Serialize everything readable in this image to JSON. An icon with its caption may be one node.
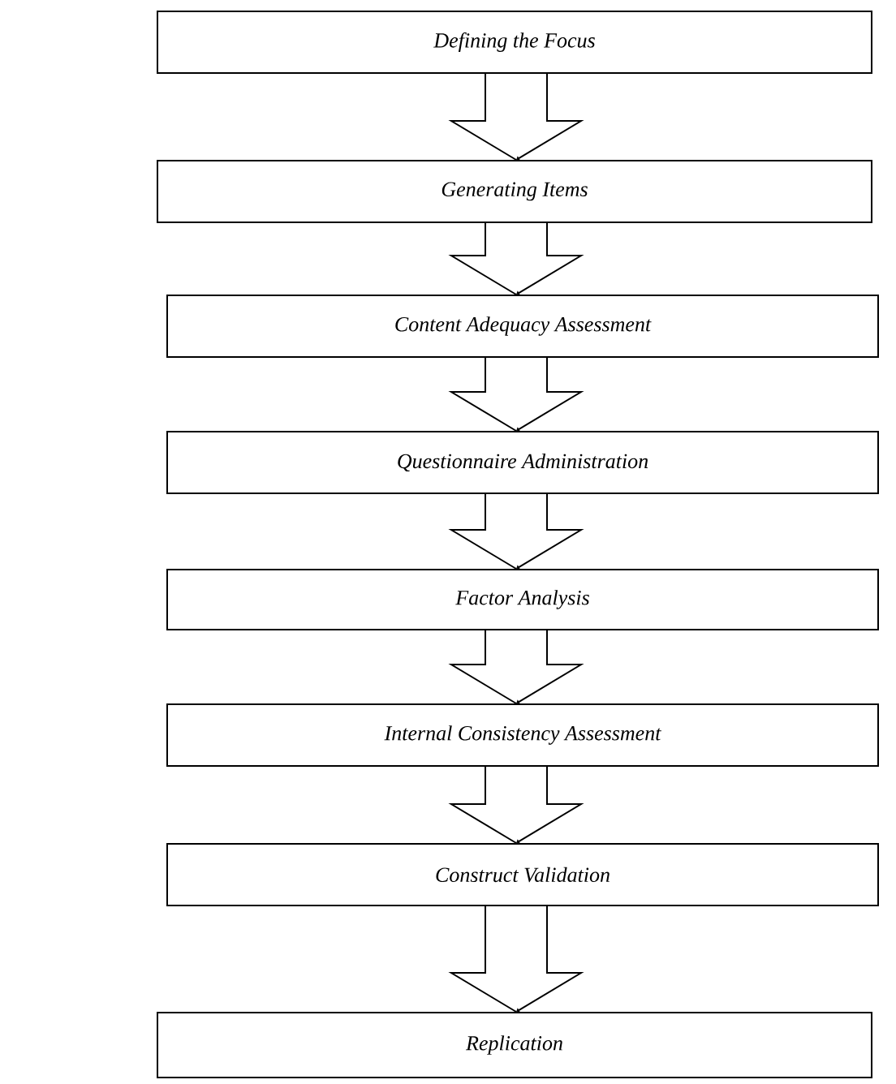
{
  "diagram": {
    "nodes": [
      {
        "text": [
          "Defining the Focus"
        ]
      },
      {
        "text": [
          "Generating Items"
        ]
      },
      {
        "text": [
          "Content Adequacy Assessment"
        ]
      },
      {
        "text": [
          "Questionnaire Administration"
        ]
      },
      {
        "text": [
          "Factor Analysis"
        ]
      },
      {
        "text": [
          "Internal Consistency Assessment"
        ]
      },
      {
        "text": [
          "Construct Validation"
        ]
      },
      {
        "text": [
          "Replication"
        ]
      }
    ],
    "edges": [
      {
        "from": 0,
        "to": 1,
        "arrow": "to"
      },
      {
        "from": 1,
        "to": 2,
        "arrow": "to"
      },
      {
        "from": 2,
        "to": 3,
        "arrow": "to"
      },
      {
        "from": 3,
        "to": 4,
        "arrow": "to"
      },
      {
        "from": 4,
        "to": 5,
        "arrow": "to"
      },
      {
        "from": 5,
        "to": 6,
        "arrow": "to"
      },
      {
        "from": 6,
        "to": 7,
        "arrow": "to"
      }
    ]
  }
}
